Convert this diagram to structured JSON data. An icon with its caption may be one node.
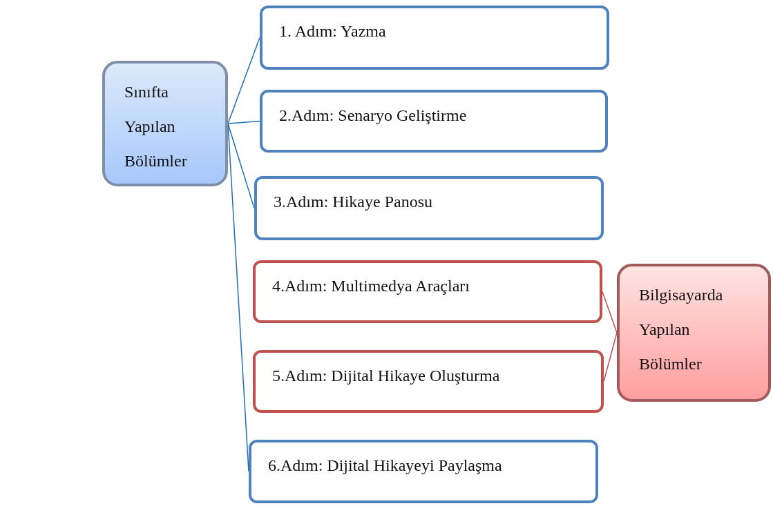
{
  "diagram": {
    "nodes": [
      {
        "text": [
          "Sınıfta Yapılan Bölümler"
        ]
      },
      {
        "text": [
          "1. Adım: Yazma"
        ]
      },
      {
        "text": [
          "2.Adım: Senaryo Geliştirme"
        ]
      },
      {
        "text": [
          "3.Adım: Hikaye Panosu"
        ]
      },
      {
        "text": [
          "4.Adım: Multimedya Araçları"
        ]
      },
      {
        "text": [
          "5.Adım: Dijital Hikaye Oluşturma"
        ]
      },
      {
        "text": [
          "6.Adım: Dijital Hikayeyi Paylaşma"
        ]
      },
      {
        "text": [
          "Bilgisayarda Yapılan Bölümler"
        ]
      }
    ],
    "edges": [
      {
        "from": 0,
        "to": 1,
        "arrow": "none"
      },
      {
        "from": 0,
        "to": 2,
        "arrow": "none"
      },
      {
        "from": 0,
        "to": 3,
        "arrow": "none"
      },
      {
        "from": 0,
        "to": 6,
        "arrow": "none"
      },
      {
        "from": 7,
        "to": 4,
        "arrow": "none",
        "color": "#c0504d"
      },
      {
        "from": 7,
        "to": 5,
        "arrow": "none",
        "color": "#c0504d"
      }
    ]
  }
}
